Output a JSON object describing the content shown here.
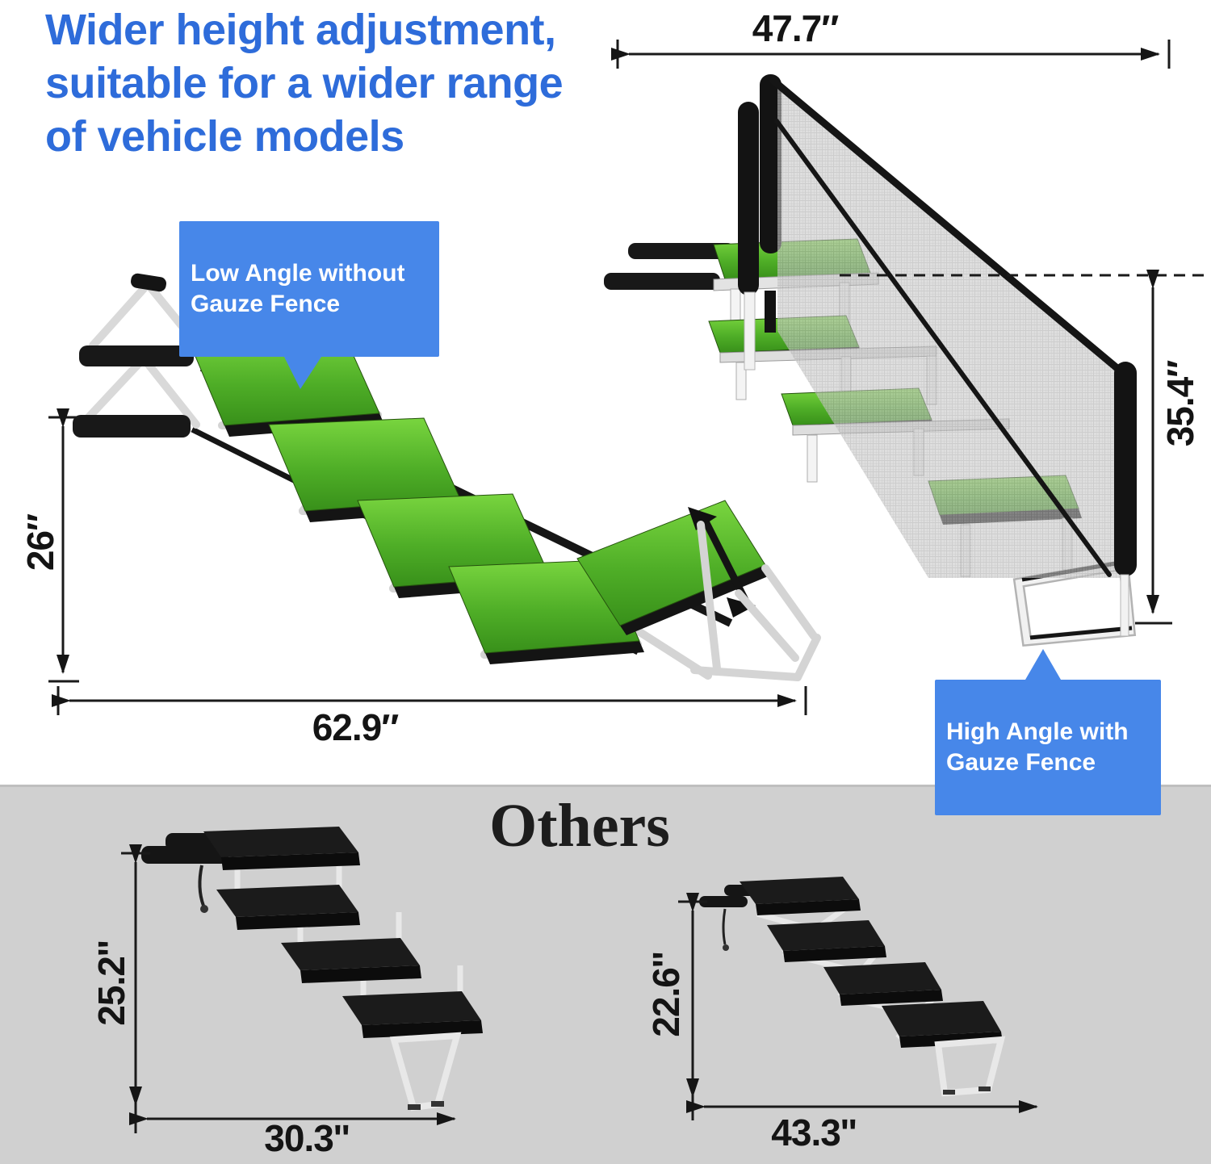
{
  "header": {
    "title": "Wider height adjustment,\nsuitable for a wider range\nof vehicle models"
  },
  "low_angle_figure": {
    "callout": "Low Angle without\nGauze Fence",
    "height_label": "26″",
    "width_label": "62.9″"
  },
  "high_angle_figure": {
    "callout": "High Angle with\nGauze Fence",
    "width_label": "47.7″",
    "height_label": "35.4″"
  },
  "others": {
    "title": "Others",
    "folded_figure": {
      "height_label": "25.2''",
      "width_label": "30.3''"
    },
    "half_folded_figure": {
      "height_label": "22.6''",
      "width_label": "43.3''"
    }
  },
  "colors": {
    "heading_blue": "#2e6cda",
    "callout_blue": "#4787e9",
    "grass_green": "#4fae27",
    "dimension_ink": "#151515",
    "others_background": "#d0d0d0"
  }
}
